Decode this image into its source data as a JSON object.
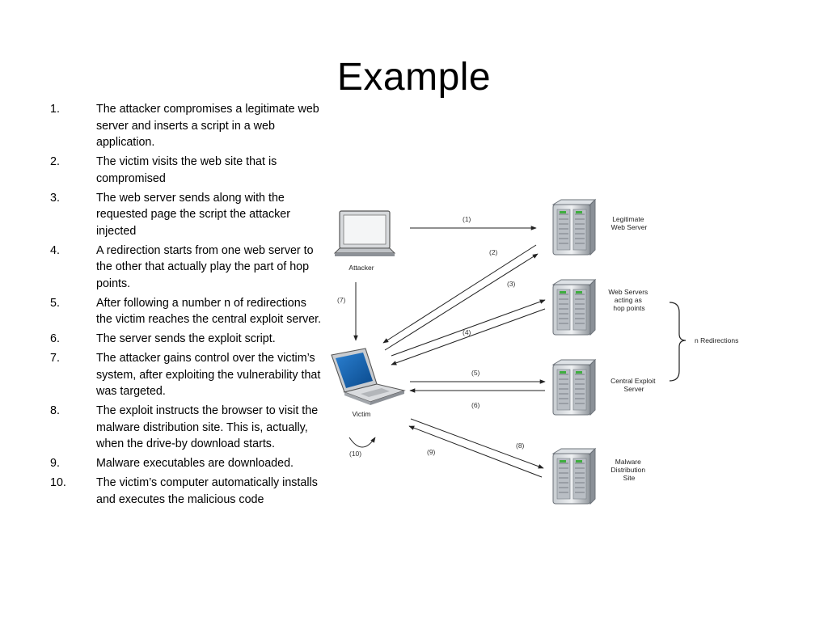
{
  "slide": {
    "title": "Example"
  },
  "steps": [
    {
      "num": "1.",
      "text": "The attacker compromises a legitimate web server and inserts a script in a web application."
    },
    {
      "num": "2.",
      "text": " The victim visits the web site that is compromised"
    },
    {
      "num": "3.",
      "text": " The web server sends along with the requested page the script the attacker injected"
    },
    {
      "num": "4.",
      "text": "A redirection starts from one web server to the other that actually play the part of hop points."
    },
    {
      "num": "5.",
      "text": " After following a number n of redirections the victim reaches the central exploit server."
    },
    {
      "num": "6.",
      "text": "The server sends the exploit script."
    },
    {
      "num": "7.",
      "text": "The attacker gains control over the victim’s system, after exploiting the vulnerability that was targeted."
    },
    {
      "num": "8.",
      "text": " The exploit instructs the browser to visit the malware distribution site. This is, actually, when the drive-by download starts."
    },
    {
      "num": "9.",
      "text": " Malware executables are downloaded."
    },
    {
      "num": "10.",
      "text": " The victim’s computer automatically installs and executes the malicious code"
    }
  ],
  "diagram": {
    "nodes": {
      "attacker": "Attacker",
      "victim": "Victim",
      "legit_line1": "Legitimate",
      "legit_line2": "Web Server",
      "hop_line1": "Web Servers",
      "hop_line2": "acting as",
      "hop_line3": "hop points",
      "exploit_line1": "Central Exploit",
      "exploit_line2": "Server",
      "malware_line1": "Malware",
      "malware_line2": "Distribution",
      "malware_line3": "Site"
    },
    "brace_label": "n Redirections",
    "arrow_labels": {
      "a1": "(1)",
      "a2": "(2)",
      "a3": "(3)",
      "a4": "(4)",
      "a5": "(5)",
      "a6": "(6)",
      "a7": "(7)",
      "a8": "(8)",
      "a9": "(9)",
      "a10": "(10)"
    },
    "colors": {
      "screen": "#0d5aa7",
      "server_body": "#9aa0a6",
      "line": "#222222"
    }
  }
}
